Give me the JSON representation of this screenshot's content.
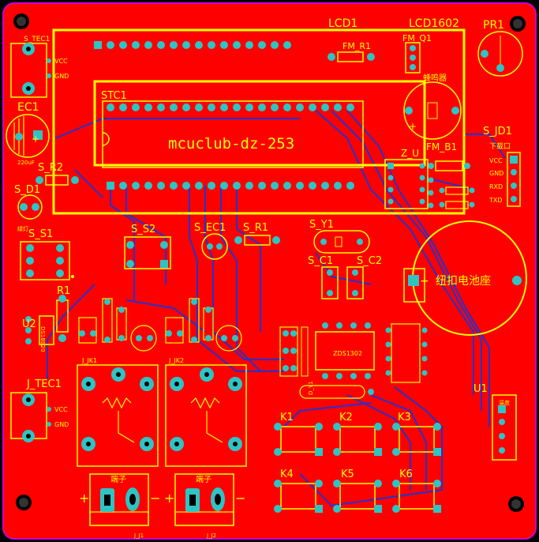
{
  "colors": {
    "board": "#ff0000",
    "board_outline": "#d000d0",
    "silkscreen": "#ffff00",
    "pad": "#2ec4c4",
    "trace": "#2233cc",
    "hole": "#000000"
  },
  "silk": {
    "lcd1": "LCD1",
    "lcd1602": "LCD1602",
    "pr1": "PR1",
    "s_tec1": "S_TEC1",
    "vcc": "VCC",
    "gnd": "GND",
    "ec1": "EC1",
    "ec1_val": "220uF",
    "stc1": "STC1",
    "fm_r1": "FM_R1",
    "fm_q1": "FM_Q1",
    "buzzer": "蜂鸣器",
    "brand": "mcuclub-dz-253",
    "s_jd1": "S_JD1",
    "download": "下载口",
    "jd_vcc": "VCC",
    "jd_gnd": "GND",
    "rxd": "RXD",
    "txd": "TXD",
    "z_u": "Z_U",
    "fm_b1": "FM_B1",
    "s_r2": "S_R2",
    "s_d1": "S_D1",
    "green": "绿灯",
    "s_s1": "S_S1",
    "s_s2": "S_S2",
    "s_ec1": "S_EC1",
    "s_r1": "S_R1",
    "s_y1": "S_Y1",
    "s_c1": "S_C1",
    "s_c2": "S_C2",
    "coin_cell": "纽扣电池座",
    "r1": "R1",
    "u2": "U2",
    "u2_part": "DS18B20",
    "j_tec1": "J_TEC1",
    "j_jk1": "J_JK1",
    "j_jk2": "J_JK2",
    "terminal1": "端子",
    "terminal2": "端子",
    "j_j1": "J_J1",
    "j_j2": "J_J2",
    "k1": "K1",
    "k2": "K2",
    "k3": "K3",
    "k4": "K4",
    "k5": "K5",
    "k6": "K6",
    "u1": "U1",
    "u1_part": "温度",
    "ds1302": "ZDS1302",
    "plus": "+",
    "minus": "−",
    "d_y1": "D_Y1"
  }
}
